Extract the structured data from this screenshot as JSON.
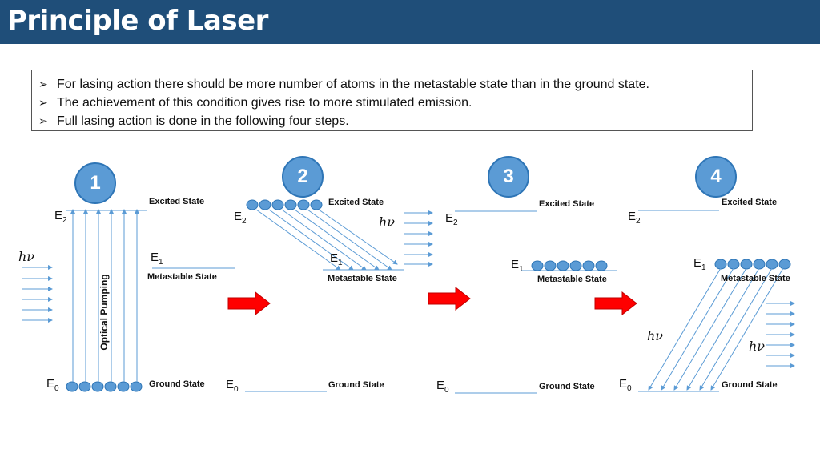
{
  "title": "Principle of Laser",
  "bullets": [
    "For lasing action there should be more number of atoms in the metastable state than in the ground state.",
    "The achievement of this condition gives rise to more stimulated emission.",
    "Full lasing action is done in the following four steps."
  ],
  "bullet_marker": "➢",
  "steps": [
    {
      "number": "1",
      "excited_label": "Excited State",
      "metastable_label": "Metastable State",
      "ground_label": "Ground State",
      "e2": "E",
      "e1": "E",
      "e0": "E",
      "hv": "hν",
      "process": "Optical Pumping"
    },
    {
      "number": "2",
      "excited_label": "Excited State",
      "metastable_label": "Metastable State",
      "ground_label": "Ground State",
      "e2": "E",
      "e1": "E",
      "e0": "E",
      "hv": "hν"
    },
    {
      "number": "3",
      "excited_label": "Excited State",
      "metastable_label": "Metastable State",
      "ground_label": "Ground State",
      "e2": "E",
      "e1": "E",
      "e0": "E"
    },
    {
      "number": "4",
      "excited_label": "Excited State",
      "metastable_label": "Metastable State",
      "ground_label": "Ground State",
      "e2": "E",
      "e1": "E",
      "e0": "E",
      "hv_a": "hν",
      "hv_b": "hν"
    }
  ],
  "subscripts": {
    "e2": "2",
    "e1": "1",
    "e0": "0"
  },
  "colors": {
    "header": "#1f4e79",
    "atom": "#5b9bd5",
    "atom_border": "#2e75b6",
    "line": "#5b9bd5",
    "arrow_red": "#ff0000",
    "circle": "#5b9bd5"
  }
}
